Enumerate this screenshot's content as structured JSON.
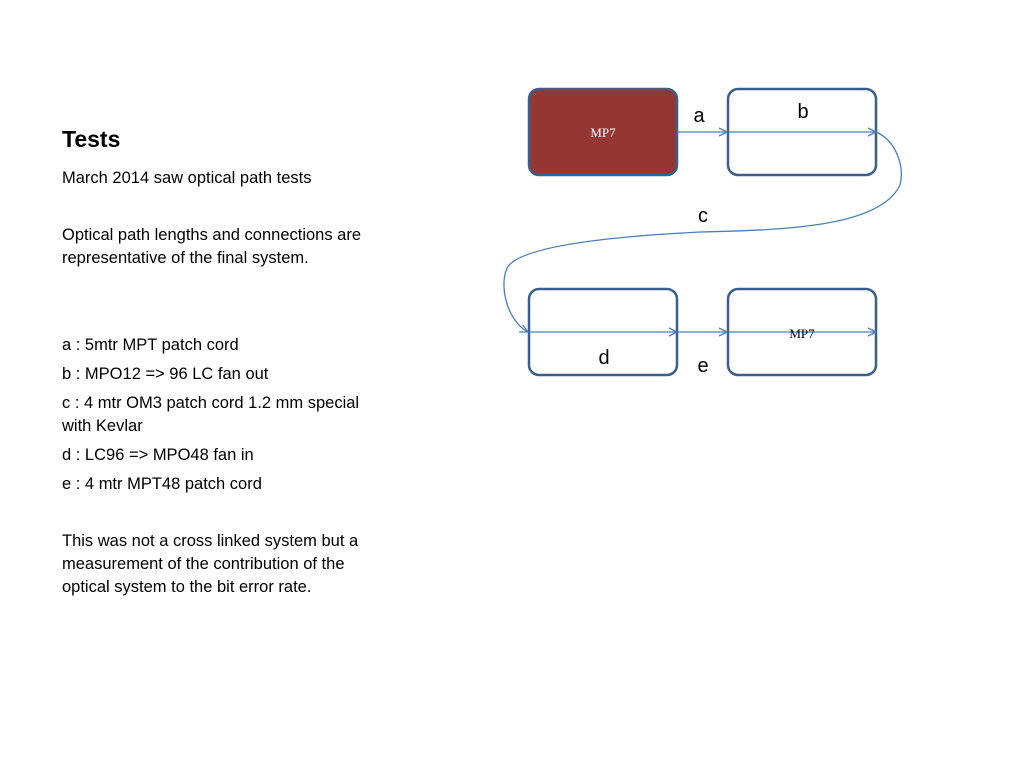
{
  "slide": {
    "title": "Tests",
    "intro": "March 2014 saw optical path tests",
    "lengths_note": "Optical path lengths and connections are representative of the final system.",
    "legend": [
      "a : 5mtr MPT patch cord",
      "b : MPO12 => 96 LC fan out",
      "c : 4 mtr OM3 patch cord 1.2 mm special with Kevlar",
      "d : LC96 => MPO48 fan in",
      "e : 4 mtr MPT48 patch cord"
    ],
    "conclusion": "This was not a cross linked system but a measurement of the contribution of the optical system to the bit error rate."
  },
  "diagram": {
    "boxes": {
      "source_label": "MP7",
      "dest_label": "MP7"
    },
    "connections": {
      "a": "a",
      "b": "b",
      "c": "c",
      "d": "d",
      "e": "e"
    },
    "colors": {
      "outline": "#3a5f8a",
      "source_fill": "#943634",
      "line": "#4a7ebb"
    }
  }
}
